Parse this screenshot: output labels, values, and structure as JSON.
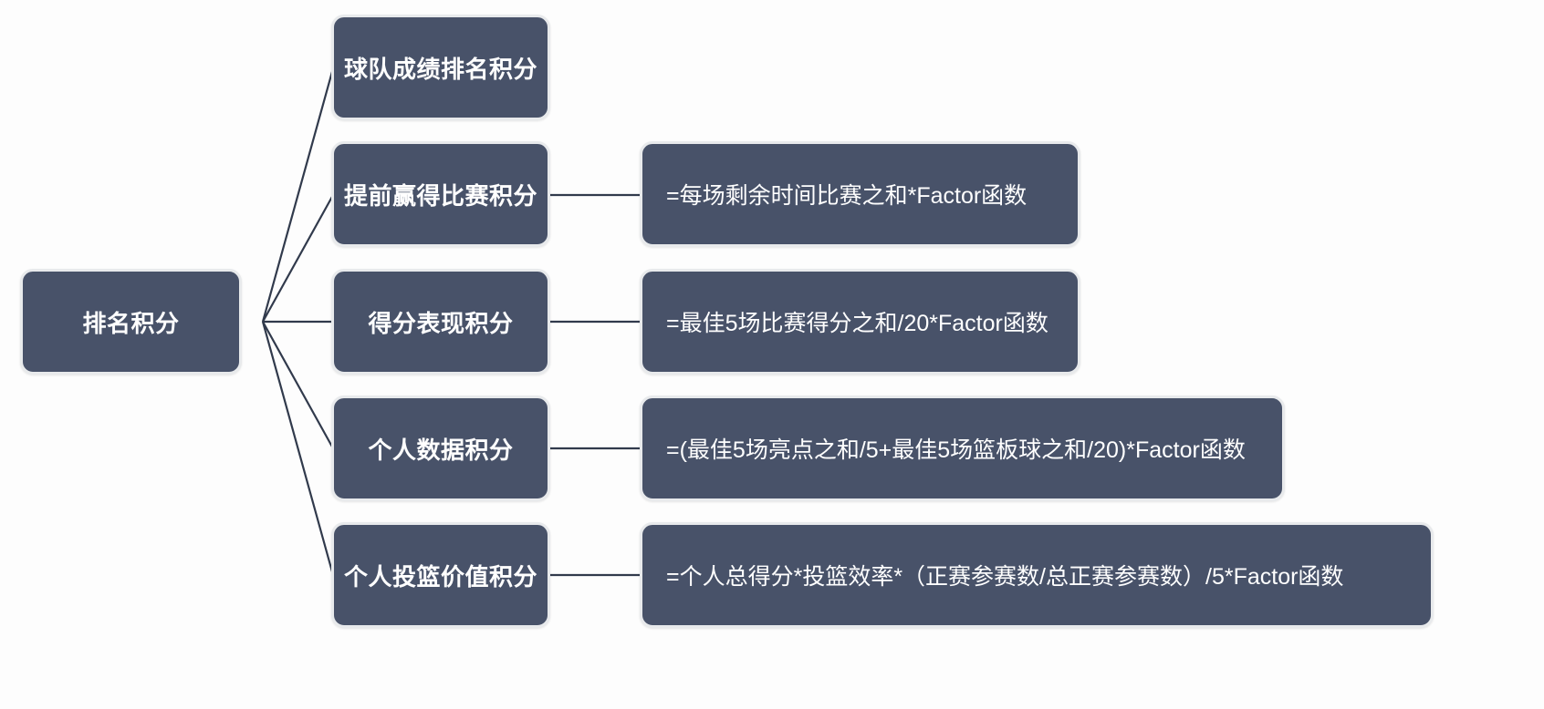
{
  "diagram": {
    "type": "mindmap-tree",
    "title_node": "排名积分",
    "colors": {
      "node_fill": "#485269",
      "node_border": "#e8eaec",
      "node_text": "#ffffff",
      "edge_line": "#313a4c",
      "background": "#fdfdfd"
    },
    "root": {
      "label": "排名积分"
    },
    "branches": [
      {
        "label": "球队成绩排名积分",
        "formula": null
      },
      {
        "label": "提前赢得比赛积分",
        "formula": "=每场剩余时间比赛之和*Factor函数"
      },
      {
        "label": "得分表现积分",
        "formula": "=最佳5场比赛得分之和/20*Factor函数"
      },
      {
        "label": "个人数据积分",
        "formula": "=(最佳5场亮点之和/5+最佳5场篮板球之和/20)*Factor函数"
      },
      {
        "label": "个人投篮价值积分",
        "formula": "=个人总得分*投篮效率*（正赛参赛数/总正赛参赛数）/5*Factor函数"
      }
    ]
  }
}
